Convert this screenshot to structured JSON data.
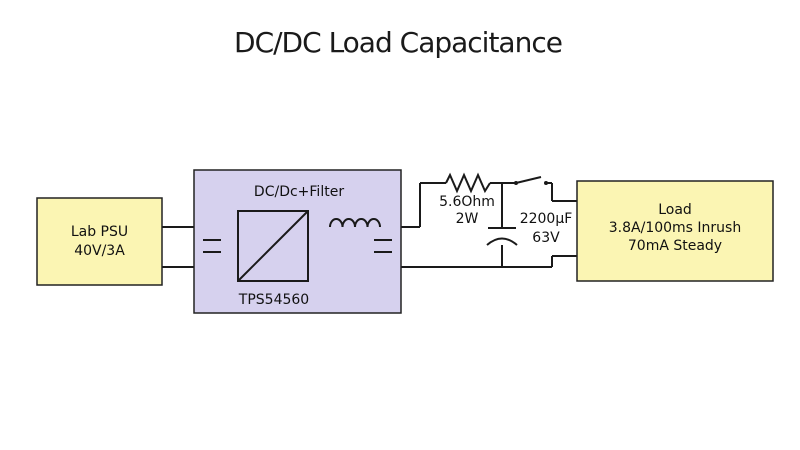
{
  "title": "DC/DC Load Capacitance",
  "colors": {
    "block_yellow": "#fbf5b3",
    "block_purple": "#d6d1ee",
    "wire": "#1a1a1a"
  },
  "lab_psu": {
    "line1": "Lab PSU",
    "line2": "40V/3A"
  },
  "dcdc": {
    "top_label": "DC/Dc+Filter",
    "bottom_label": "TPS54560"
  },
  "resistor": {
    "line1": "5.6Ohm",
    "line2": "2W"
  },
  "capacitor": {
    "line1": "2200µF",
    "line2": "63V"
  },
  "load": {
    "line1": "Load",
    "line2": "3.8A/100ms Inrush",
    "line3": "70mA Steady"
  },
  "icons": [
    "capacitor-icon",
    "inductor-icon",
    "converter-icon",
    "resistor-icon",
    "switch-icon",
    "electrolytic-capacitor-icon"
  ]
}
